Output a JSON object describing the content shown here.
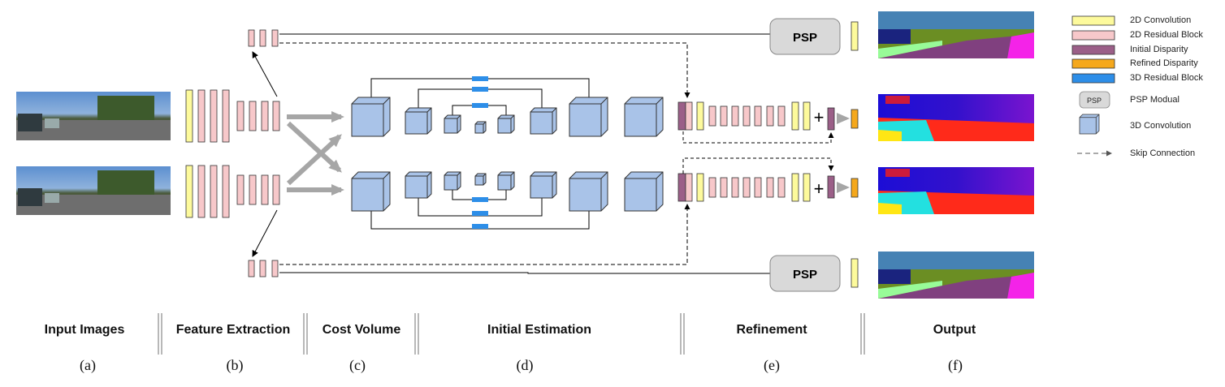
{
  "psp_label": "PSP",
  "legend_psp_label": "PSP",
  "legend": {
    "conv2d": "2D Convolution",
    "res2d": "2D Residual Block",
    "initial_disp": "Initial Disparity",
    "refined_disp": "Refined Disparity",
    "res3d": "3D Residual Block",
    "psp": "PSP Modual",
    "conv3d": "3D Convolution",
    "skip": "Skip Connection"
  },
  "stages": [
    {
      "title": "Input Images",
      "letter": "(a)"
    },
    {
      "title": "Feature Extraction",
      "letter": "(b)"
    },
    {
      "title": "Cost Volume",
      "letter": "(c)"
    },
    {
      "title": "Initial Estimation",
      "letter": "(d)"
    },
    {
      "title": "Refinement",
      "letter": "(e)"
    },
    {
      "title": "Output",
      "letter": "(f)"
    }
  ],
  "colors": {
    "conv2d": "#fdfa9c",
    "res2d": "#f7c8ca",
    "initial_disp": "#9b5f88",
    "refined_disp": "#f5a81c",
    "res3d": "#2d8ee8",
    "psp": "#d9d9d9",
    "conv3d": "#a9c3e8"
  }
}
